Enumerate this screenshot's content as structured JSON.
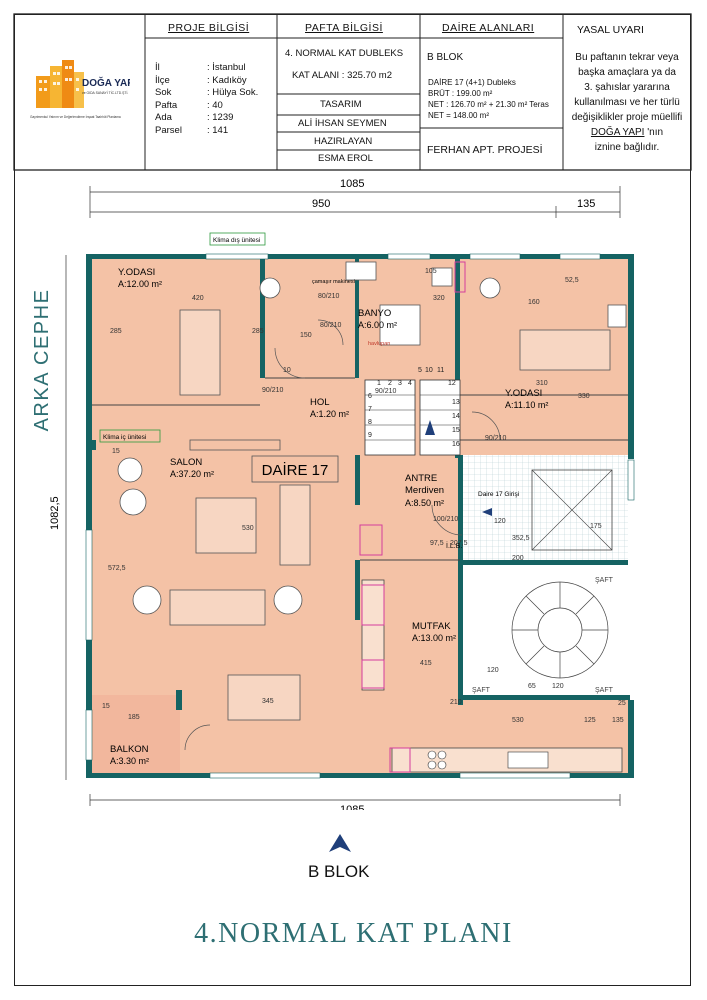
{
  "header": {
    "proje_bilgisi_title": "PROJE BİLGİSİ",
    "logo": {
      "name": "DOĞA YAPI",
      "sub1": "ve GIDA SANAYİ TİC.LTD.ŞTİ.",
      "sub2": "Gayrimenkul Yatırım ve Değerlendirme İnşaat Taahhüt Planlama"
    },
    "project_info": [
      {
        "label": "İl",
        "value": ": İstanbul"
      },
      {
        "label": "İlçe",
        "value": ": Kadıköy"
      },
      {
        "label": "Sok",
        "value": ": Hülya Sok."
      },
      {
        "label": "Pafta",
        "value": ": 40"
      },
      {
        "label": "Ada",
        "value": ": 1239"
      },
      {
        "label": "Parsel",
        "value": ": 141"
      }
    ],
    "pafta_bilgisi_title": "PAFTA BİLGİSİ",
    "pafta_line1": "4. NORMAL KAT DUBLEKS",
    "pafta_line2": "KAT ALANI : 325.70 m2",
    "tasarim_label": "TASARIM",
    "tasarim_name": "ALİ İHSAN SEYMEN",
    "hazirlayan_label": "HAZIRLAYAN",
    "hazirlayan_name": "ESMA EROL",
    "daire_alanlari_title": "DAİRE ALANLARI",
    "blok": "B BLOK",
    "daire_line": "DAİRE 17 (4+1) Dubleks",
    "brut": "BRÜT : 199.00 m²",
    "net1": "NET : 126.70 m² + 21.30 m² Teras",
    "net2": "NET = 148.00 m²",
    "project_name": "FERHAN APT. PROJESİ",
    "yasal_title": "YASAL UYARI",
    "yasal_l1": "Bu paftanın tekrar veya",
    "yasal_l2": "başka amaçlara ya da",
    "yasal_l3": "3. şahıslar yararına",
    "yasal_l4": "kullanılması ve her türlü",
    "yasal_l5": "değişiklikler proje müellifi",
    "yasal_l6a": "DOĞA YAPI",
    "yasal_l6b": "'nın",
    "yasal_l7": "iznine bağlıdır."
  },
  "plan": {
    "dim_top_total": "1085",
    "dim_top_left": "950",
    "dim_top_right": "135",
    "dim_left": "1082,5",
    "dim_bottom": "1085",
    "side_label": "ARKA CEPHE",
    "daire_label": "DAİRE 17",
    "entry_label": "Daire 17 Girişi",
    "rooms": [
      {
        "name": "Y.ODASI",
        "area": "A:12.00 m²"
      },
      {
        "name": "BANYO",
        "area": "A:6.00 m²"
      },
      {
        "name": "HOL",
        "area": "A:1.20 m²"
      },
      {
        "name": "Y.ODASI",
        "area": "A:11.10 m²"
      },
      {
        "name": "SALON",
        "area": "A:37.20 m²"
      },
      {
        "name": "ANTRE",
        "area": ""
      },
      {
        "name": "Merdiven",
        "area": "A:8.50 m²"
      },
      {
        "name": "MUTFAK",
        "area": "A:13.00 m²"
      },
      {
        "name": "BALKON",
        "area": "A:3.30 m²"
      }
    ],
    "labels": {
      "klima_dis": "Klima dış ünitesi",
      "klima_ic": "Klima iç ünitesi",
      "camasir": "çamaşır makinesi",
      "havlupan": "havlupan",
      "ilb": "İ.L.B.",
      "saft": "ŞAFT",
      "dims": [
        "420",
        "285",
        "285",
        "150",
        "10",
        "160",
        "310",
        "330",
        "530",
        "90/210",
        "90/210",
        "100/210",
        "90/210",
        "80/210",
        "15",
        "345",
        "185",
        "120",
        "175",
        "200",
        "352,5",
        "207,5",
        "97,5",
        "415",
        "210",
        "530",
        "125",
        "105",
        "320",
        "52,5",
        "572,5",
        "80/210",
        "15",
        "120",
        "65",
        "120",
        "135",
        "25"
      ]
    },
    "stair_steps": [
      "1",
      "2",
      "3",
      "4",
      "5",
      "6",
      "7",
      "8",
      "9",
      "10",
      "11",
      "12",
      "13",
      "14",
      "15",
      "16"
    ]
  },
  "footer": {
    "blok_label": "B BLOK",
    "title": "4.NORMAL KAT PLANI"
  },
  "colors": {
    "room_fill": "#f4c2a6",
    "wall": "#156363",
    "balcony": "#f2b79d",
    "title_color": "#2e6f73",
    "arrow": "#1f3f7a",
    "magenta": "#d53d9c"
  }
}
